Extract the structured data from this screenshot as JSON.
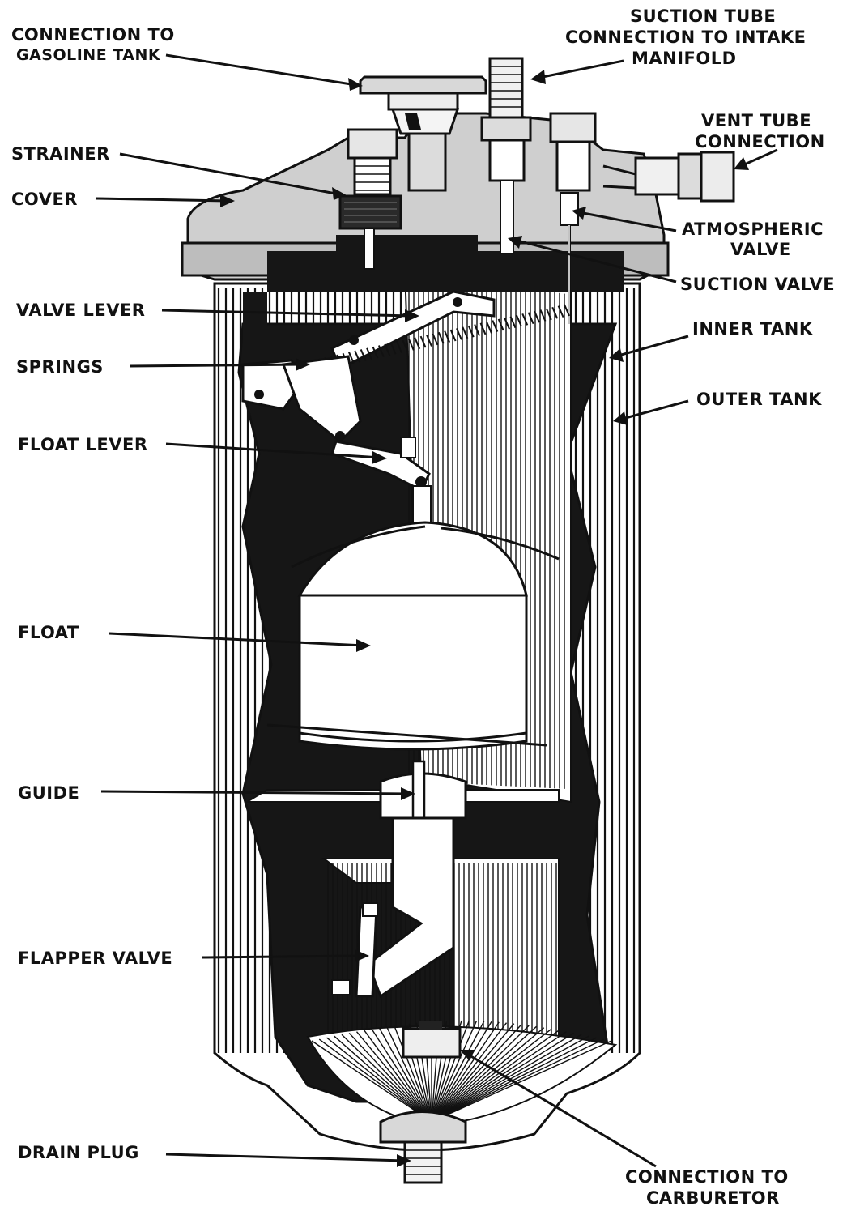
{
  "labels": {
    "connection_gasoline_1": "CONNECTION TO",
    "connection_gasoline_2": "GASOLINE TANK",
    "suction_tube_1": "SUCTION TUBE",
    "suction_tube_2": "CONNECTION TO INTAKE",
    "suction_tube_3": "MANIFOLD",
    "vent_tube_1": "VENT TUBE",
    "vent_tube_2": "CONNECTION",
    "strainer": "STRAINER",
    "cover": "COVER",
    "atmospheric_1": "ATMOSPHERIC",
    "atmospheric_2": "VALVE",
    "suction_valve": "SUCTION VALVE",
    "valve_lever": "VALVE LEVER",
    "inner_tank": "INNER TANK",
    "springs": "SPRINGS",
    "outer_tank": "OUTER TANK",
    "float_lever": "FLOAT LEVER",
    "float": "FLOAT",
    "guide": "GUIDE",
    "flapper_valve": "FLAPPER VALVE",
    "drain_plug": "DRAIN PLUG",
    "carburetor_1": "CONNECTION TO",
    "carburetor_2": "CARBURETOR"
  },
  "colors": {
    "ink": "#111111",
    "paper": "#ffffff"
  }
}
